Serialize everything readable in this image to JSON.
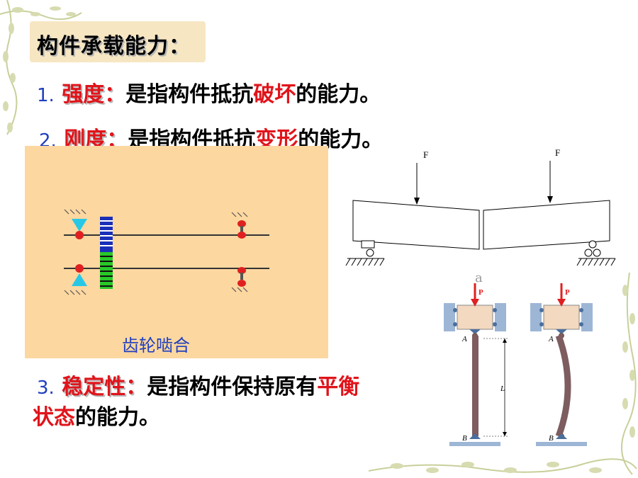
{
  "title": "构件承载能力：",
  "items": [
    {
      "num": "1.",
      "term": "强度：",
      "pre": "是指构件抵抗",
      "key": "破坏",
      "post": "的能力。"
    },
    {
      "num": "2.",
      "term": "刚度：",
      "pre": "是指构件抵抗",
      "key": "变形",
      "post": "的能力。"
    },
    {
      "num": "3.",
      "term": "稳定性：",
      "pre": "是指构件保持原有",
      "key1": "平衡",
      "key2": "状态",
      "post": "的能力。"
    }
  ],
  "gear_caption": "齿轮啮合",
  "beam": {
    "force_left": "F",
    "force_right": "F"
  },
  "column": {
    "caption": "a",
    "load": "P",
    "top_pin": "A",
    "bottom_pin": "B",
    "length": "L"
  },
  "colors": {
    "accent_red": "#e0141b",
    "number_blue": "#1f3fbf",
    "panel": "#fcd7a0",
    "title_bg": "#f6e6c2"
  }
}
